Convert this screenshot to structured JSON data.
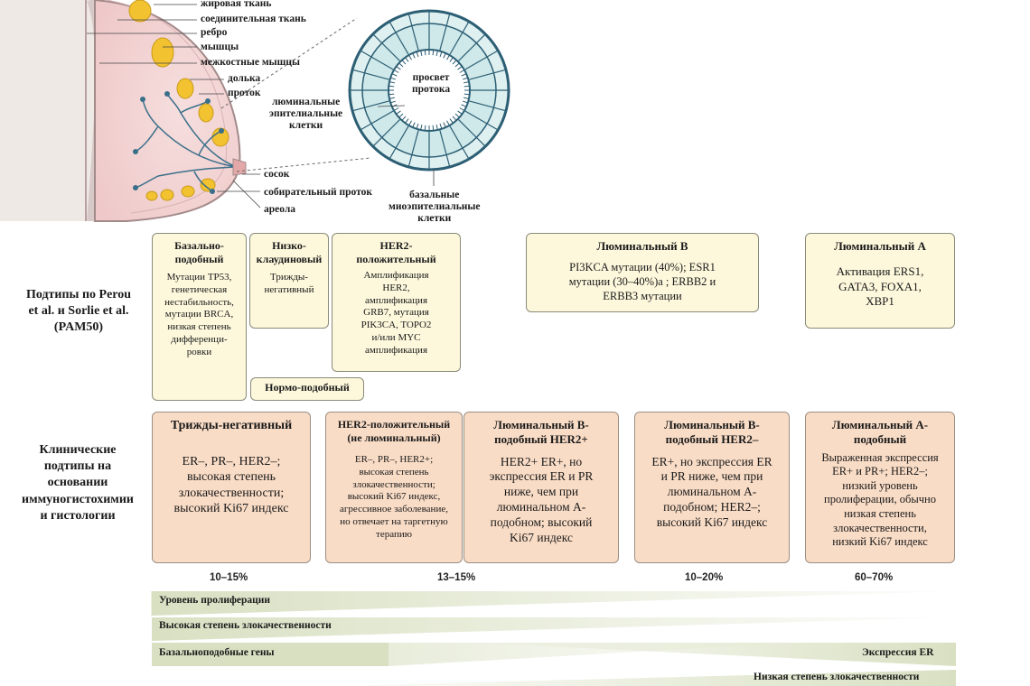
{
  "anatomy": {
    "labels": {
      "fat": "жировая ткань",
      "connective": "соединительная ткань",
      "rib": "ребро",
      "muscles": "мышцы",
      "intercostal": "межкостные мышцы",
      "lobule": "долька",
      "duct": "проток",
      "nipple": "сосок",
      "collecting_duct": "собирательный проток",
      "areola": "ареола",
      "lumen": "просвет\nпротока",
      "luminal_cells": "люминальные\nэпителиальные\nклетки",
      "basal_cells": "базальные\nмиоэпителиальные\nклетки"
    }
  },
  "row1": {
    "header": "Подтипы по Perou\net al. и Sorlie et al.\n(PAM50)",
    "basal": {
      "title": "Базально-\nподобный",
      "body": "Мутации TP53,\nгенетическая\nнестабильность,\nмутации BRCA,\nнизкая степень\nдифференци-\nровки"
    },
    "claudin": {
      "title": "Низко-\nклаудиновый",
      "body": "Трижды-\nнегативный"
    },
    "her2": {
      "title": "HER2-\nположительный",
      "body": "Амплификация\nHER2,\nамплификация\nGRB7, мутация\nPIK3CA, TOPO2\nи/или MYC\nамплификация"
    },
    "normal": {
      "title": "Нормо-подобный"
    },
    "lumB": {
      "title": "Люминальный B",
      "body": "PI3KCA мутации (40%); ESR1\nмутации (30–40%)a ; ERBB2 и\nERBB3 мутации"
    },
    "lumA": {
      "title": "Люминальный A",
      "body": "Активация ERS1,\nGATA3, FOXA1,\nXBP1"
    }
  },
  "row2": {
    "header": "Клинические\nподтипы на\nосновании\nиммуногистохимии\nи гистологии",
    "tn": {
      "title": "Трижды-негативный",
      "body": "ER–, PR–, HER2–;\nвысокая степень\nзлокачественности;\nвысокий Ki67 индекс"
    },
    "her2": {
      "title": "HER2-положительный\n(не люминальный)",
      "body": "ER–, PR–, HER2+;\nвысокая степень\nзлокачественности;\nвысокий Ki67 индекс,\nагрессивное заболевание,\nно отвечает на таргетную\nтерапию"
    },
    "lumBher2pos": {
      "title": "Люминальный B-\nподобный HER2+",
      "body": "HER2+ ER+, но\nэкспрессия ER и PR\nниже, чем при\nлюминальном A-\nподобном; высокий\nKi67 индекс"
    },
    "lumBher2neg": {
      "title": "Люминальный B-\nподобный HER2–",
      "body": "ER+, но экспрессия ER\nи  PR ниже, чем при\nлюминальном A-\nподобном; HER2–;\nвысокий Ki67 индекс"
    },
    "lumA": {
      "title": "Люминальный A-\nподобный",
      "body": "Выраженная экспрессия\nER+ и PR+; HER2–;\nнизкий уровень\nпролиферации, обычно\nнизкая степень\nзлокачественности,\nнизкий Ki67 индекс"
    }
  },
  "percentages": [
    "10–15%",
    "13–15%",
    "10–20%",
    "60–70%"
  ],
  "gradients": {
    "proliferation": "Уровень пролиферации",
    "high_grade": "Высокая степень злокачественности",
    "basal_genes": "Базальноподобные гены",
    "er_expression": "Экспрессия ER",
    "low_grade": "Низкая степень злокачественности"
  },
  "colors": {
    "box_yellow": "#fdf8dc",
    "box_peach": "#f9dcc6",
    "gradient_green": "#d9e0c2",
    "gland_yellow": "#f2c230",
    "duct_blue": "#3a6f8a"
  }
}
